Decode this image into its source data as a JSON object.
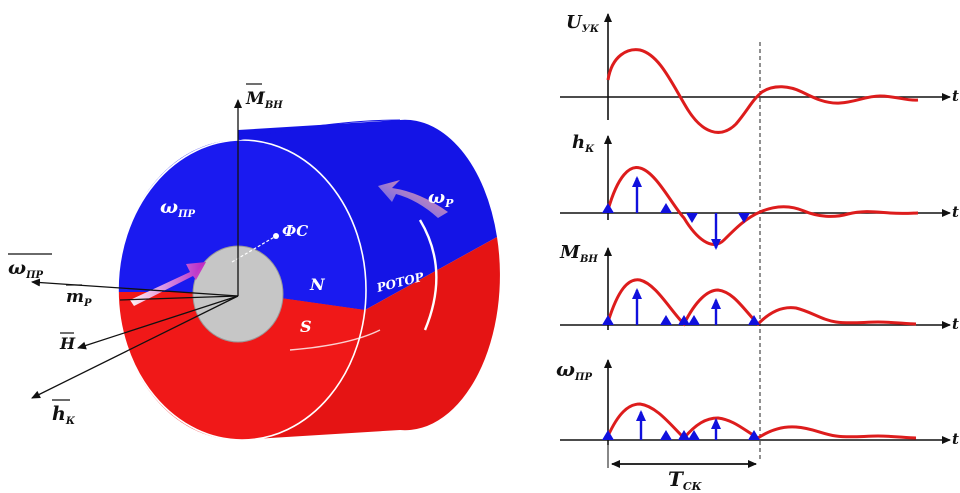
{
  "rotor": {
    "omega_pr": "ω",
    "omega_pr_sub": "ПР",
    "omega_p": "ω",
    "omega_p_sub": "Р",
    "fc": "ФС",
    "north": "N",
    "south": "S",
    "rotor_label": "РОТОР",
    "m_vn": "M",
    "m_vn_sub": "ВН",
    "omega_pr_vec": "ω",
    "omega_pr_vec_sub": "ПР",
    "m_p": "m",
    "m_p_sub": "Р",
    "h": "H",
    "h_k": "h",
    "h_k_sub": "К",
    "colors": {
      "north": "#1010e0",
      "south": "#e01010",
      "core": "#c8c8c8",
      "curve": "#dd1c1c",
      "pulse": "#1010dd"
    }
  },
  "plots": {
    "u": {
      "label": "U",
      "sub": "УК",
      "t": "t"
    },
    "h": {
      "label": "h",
      "sub": "К",
      "t": "t"
    },
    "m": {
      "label": "M",
      "sub": "ВН",
      "t": "t"
    },
    "w": {
      "label": "ω",
      "sub": "ПР",
      "t": "t"
    },
    "period": {
      "label": "T",
      "sub": "СК"
    }
  }
}
